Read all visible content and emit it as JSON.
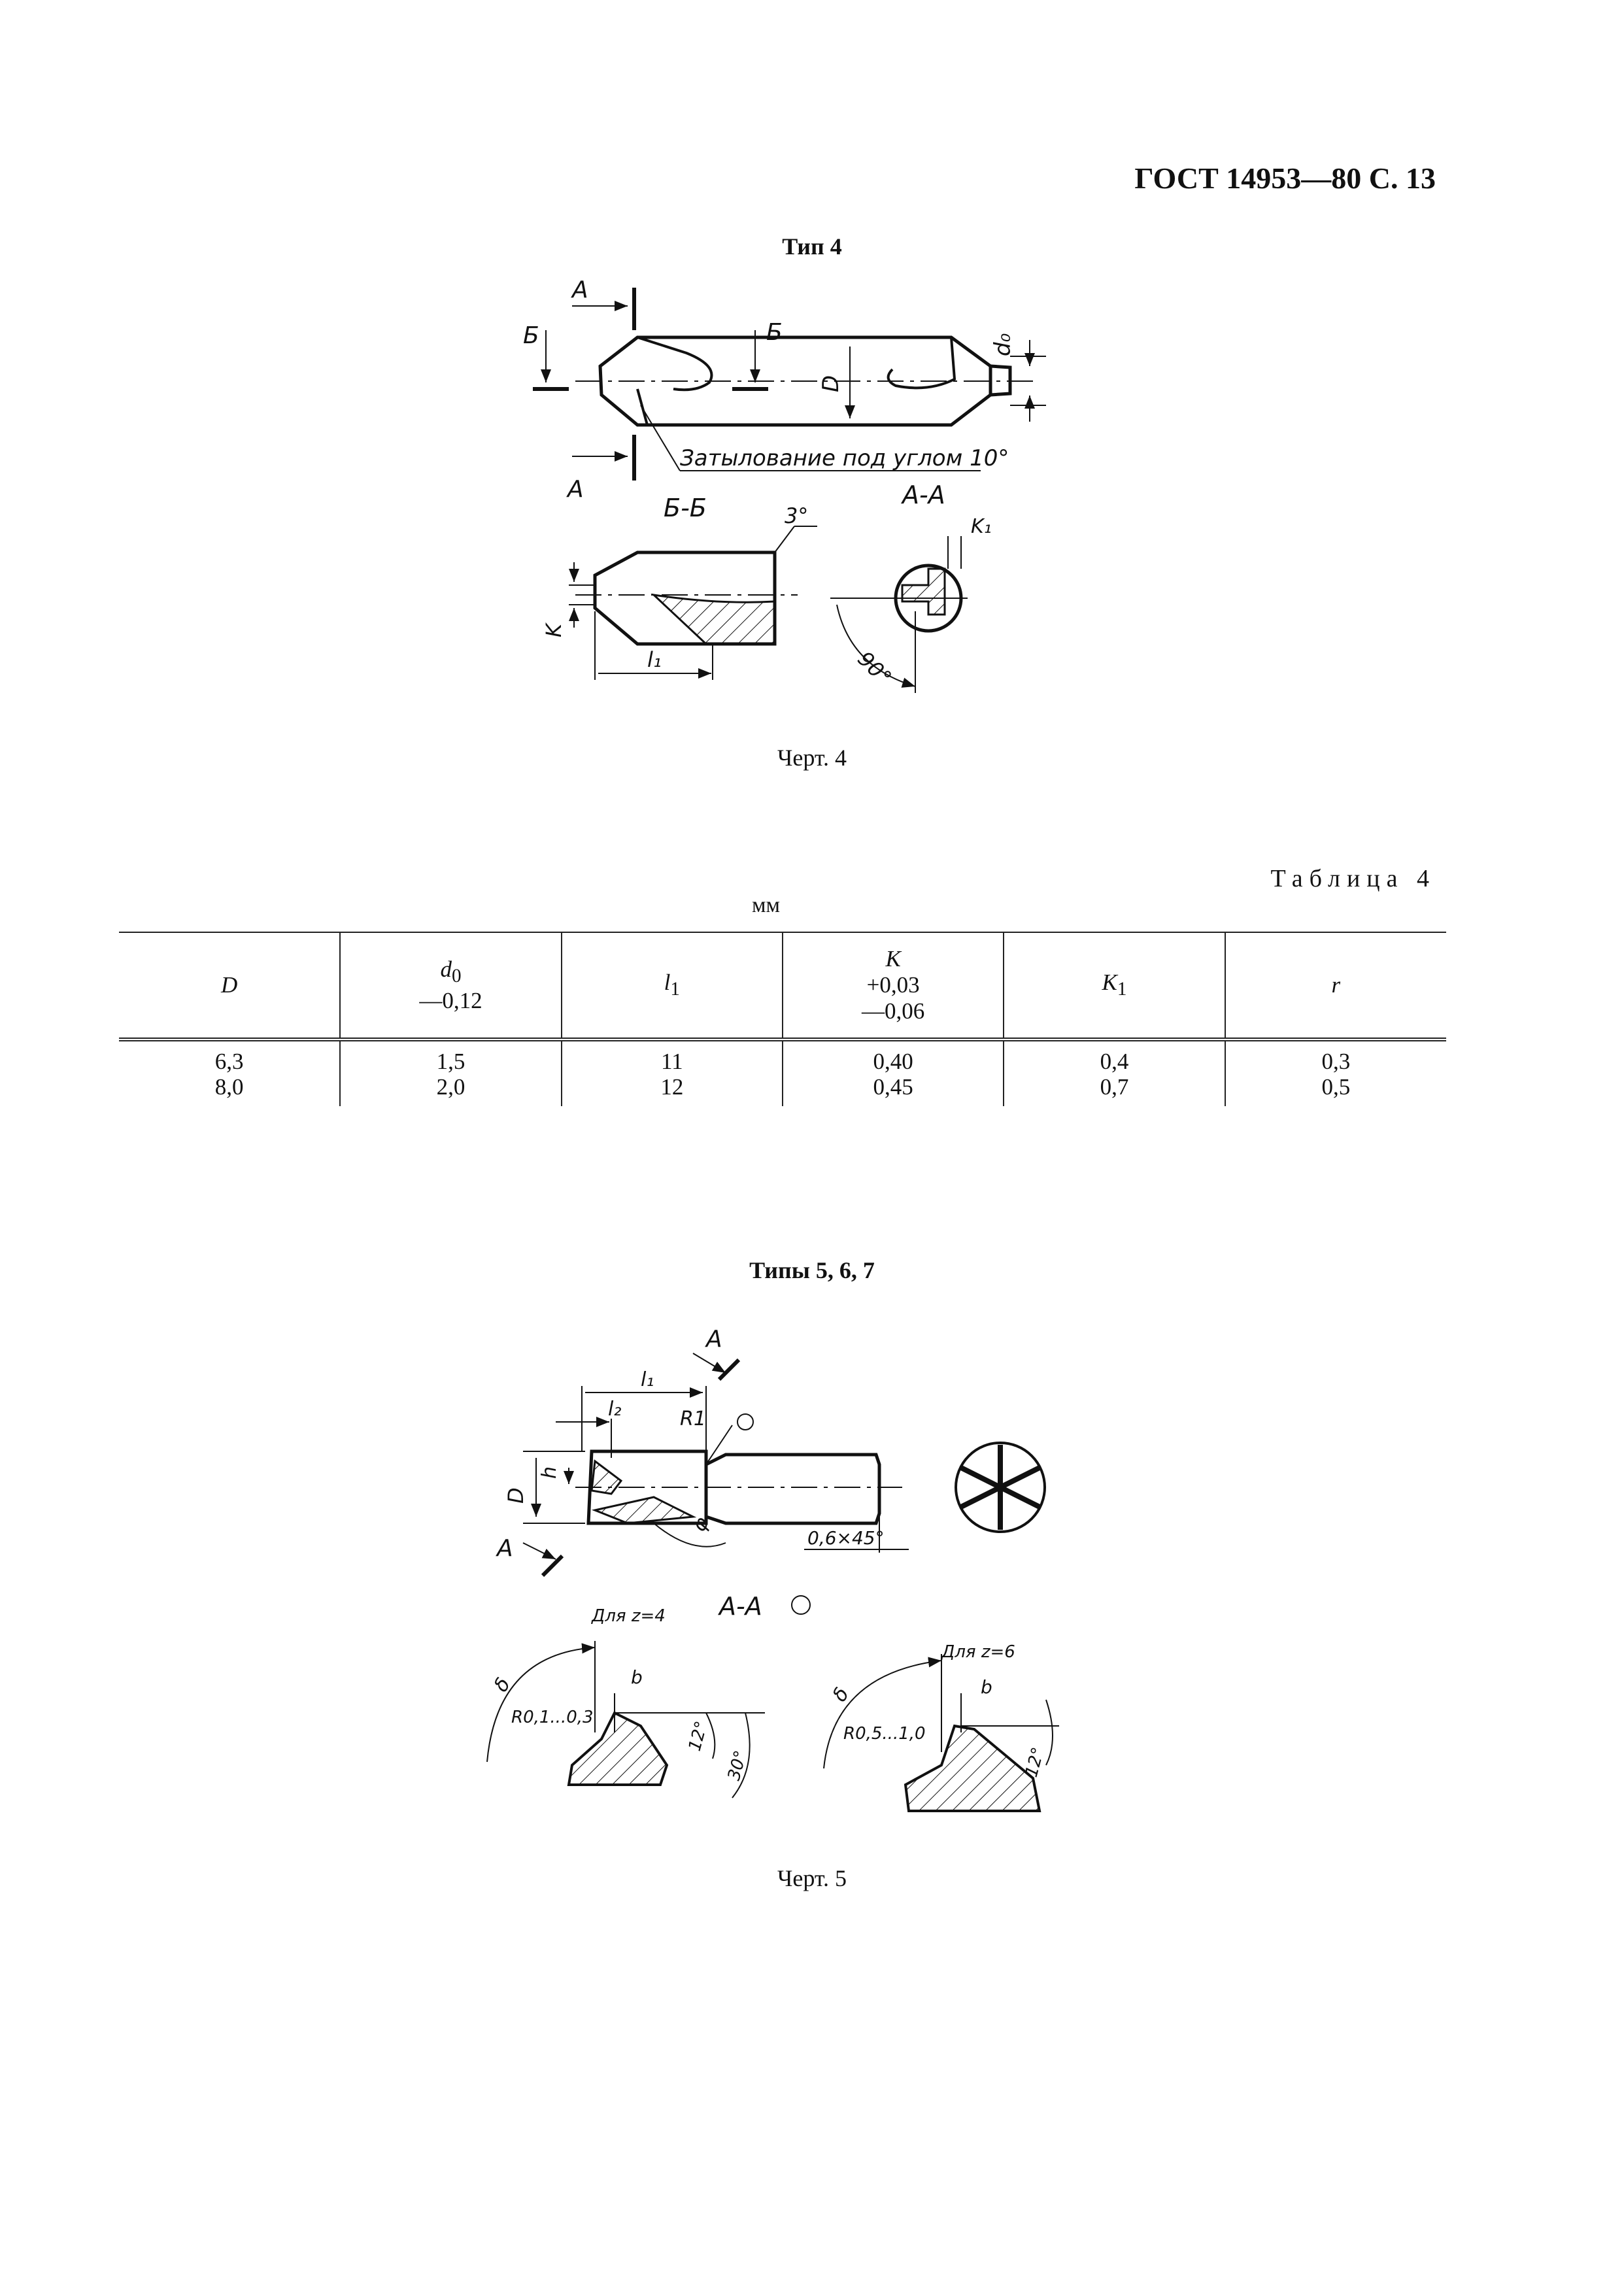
{
  "header": "ГОСТ 14953—80 С. 13",
  "fig4": {
    "title": "Тип 4",
    "caption": "Черт. 4",
    "labels": {
      "a": "А",
      "b": "Б",
      "d0": "d₀",
      "D": "D",
      "note": "Затылование под углом 10°",
      "section_bb": "Б-Б",
      "section_aa": "А-А",
      "angle3": "3°",
      "k1": "K₁",
      "k": "K",
      "l1": "l₁",
      "angle90": "90°"
    }
  },
  "table4": {
    "label": "Таблица 4",
    "units": "мм",
    "columns": [
      {
        "symbol": "D",
        "sub": "",
        "tol": []
      },
      {
        "symbol": "d",
        "sub": "0",
        "tol": [
          "—0,12"
        ]
      },
      {
        "symbol": "l",
        "sub": "1",
        "tol": []
      },
      {
        "symbol": "K",
        "sub": "",
        "tol": [
          "+0,03",
          "—0,06"
        ]
      },
      {
        "symbol": "K",
        "sub": "1",
        "tol": []
      },
      {
        "symbol": "r",
        "sub": "",
        "tol": []
      }
    ],
    "rows": [
      [
        "6,3",
        "1,5",
        "11",
        "0,40",
        "0,4",
        "0,3"
      ],
      [
        "8,0",
        "2,0",
        "12",
        "0,45",
        "0,7",
        "0,5"
      ]
    ]
  },
  "fig5": {
    "title": "Типы 5, 6, 7",
    "caption": "Черт. 5",
    "labels": {
      "a": "А",
      "l1": "l₁",
      "l2": "l₂",
      "r1": "R1",
      "D": "D",
      "h": "h",
      "phi": "φ",
      "chamfer": "0,6×45°",
      "section_aa": "А-А",
      "z4": "Для z=4",
      "z6": "Для z=6",
      "delta": "δ",
      "b": "b",
      "r01": "R0,1...0,3",
      "r05": "R0,5...1,0",
      "a12": "12°",
      "a30": "30°"
    }
  }
}
